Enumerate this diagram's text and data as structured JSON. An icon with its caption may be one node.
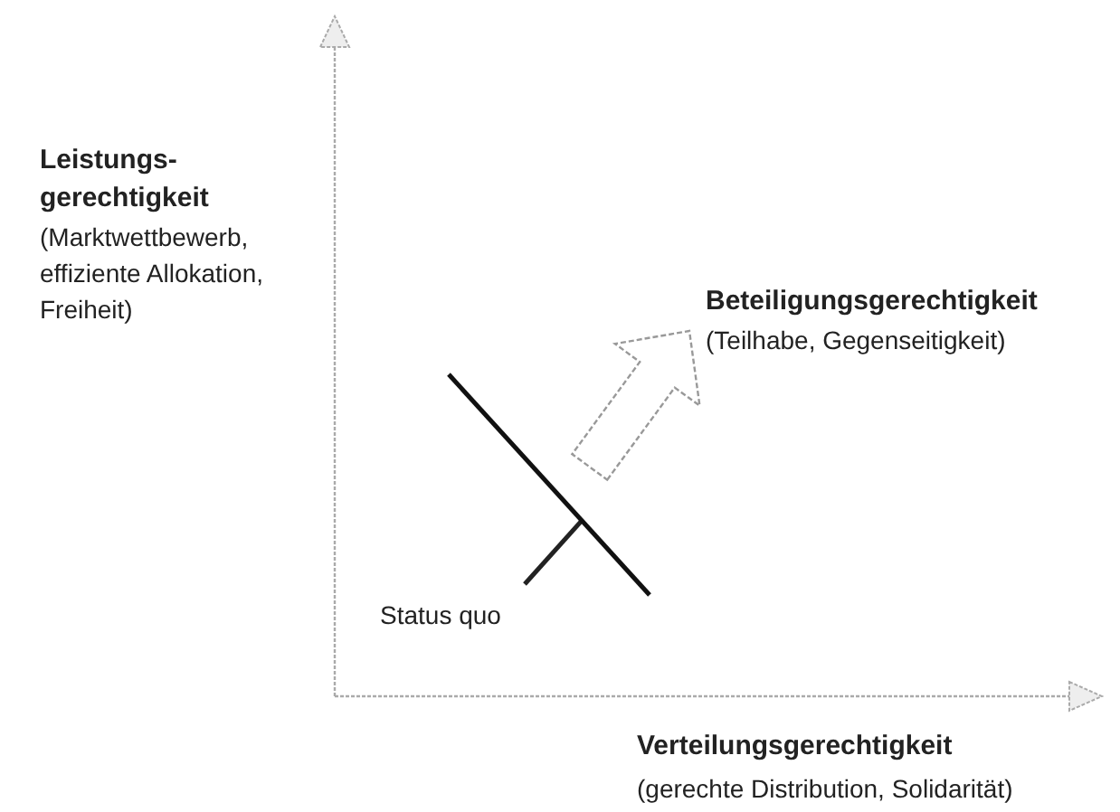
{
  "diagram": {
    "nodes": [
      {
        "text": [
          "Beteiligungsgerechtigkeit",
          "(Teilhabe, Gegenseitigkeit)"
        ]
      },
      {
        "text": [],
        "shape": "line"
      },
      {
        "text": [
          "Status quo"
        ]
      }
    ],
    "edges": [
      {
        "from": 2,
        "to": 1,
        "arrow": "none"
      },
      {
        "from": 1,
        "to": 0,
        "arrow": "to",
        "style": "thick"
      }
    ],
    "labels": [
      "Leistungs- gerechtigkeit",
      "(Marktwettbewerb, effiziente Allokation, Freiheit)",
      "Verteilungsgerechtigkeit",
      "(gerechte Distribution, Solidarität)"
    ]
  }
}
